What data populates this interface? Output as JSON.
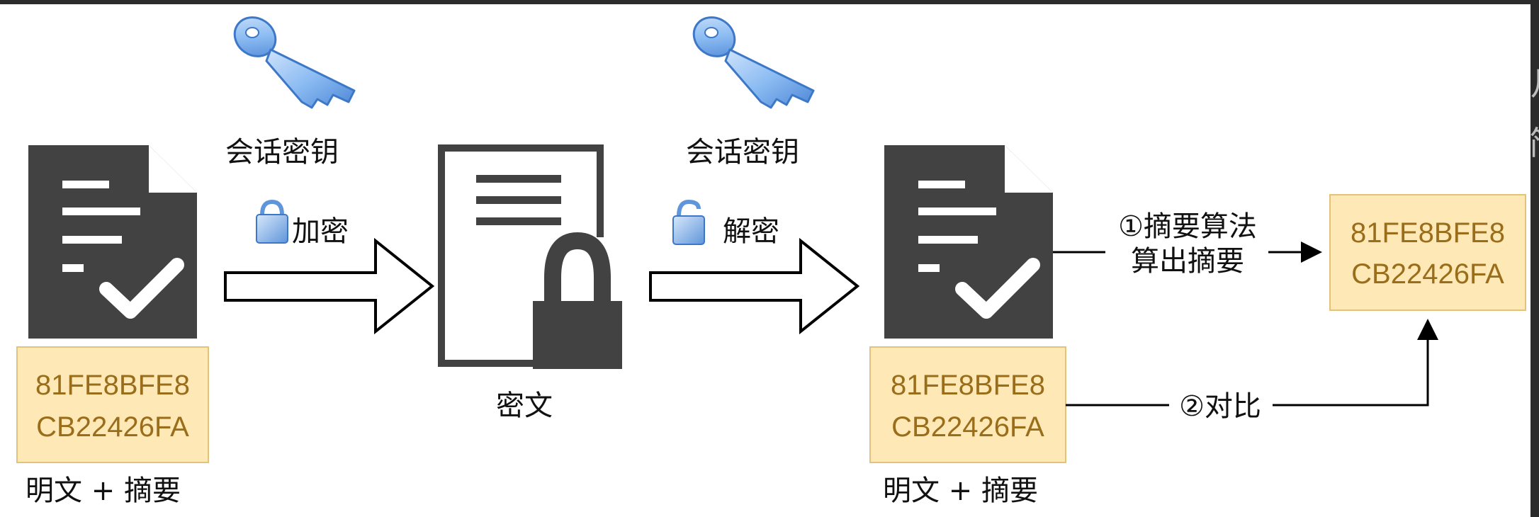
{
  "diagram": {
    "key_label_left": "会话密钥",
    "key_label_right": "会话密钥",
    "encrypt_label": "加密",
    "decrypt_label": "解密",
    "ciphertext_label": "密文",
    "plain_digest_label_left": "明文 + 摘要",
    "plain_digest_label_right": "明文 + 摘要",
    "hash_left": {
      "line1": "81FE8BFE8",
      "line2": "CB22426FA"
    },
    "hash_right": {
      "line1": "81FE8BFE8",
      "line2": "CB22426FA"
    },
    "hash_computed": {
      "line1": "81FE8BFE8",
      "line2": "CB22426FA"
    },
    "step1_line1": "①摘要算法",
    "step1_line2": "算出摘要",
    "step2_label": "②对比",
    "edge_chars": [
      "月",
      "简"
    ]
  },
  "colors": {
    "page_bg": "#ffffff",
    "frame_bg": "#2b2b2b",
    "doc_fill": "#424242",
    "hash_fill": "#fde8b6",
    "hash_stroke": "#e3c27a",
    "hash_text": "#9a6d1a",
    "key_fill": "#7fb2ef",
    "key_stroke": "#3d78c8"
  },
  "icons": [
    "key-icon",
    "lock-icon",
    "unlock-icon",
    "document-check-icon",
    "document-locked-icon"
  ]
}
